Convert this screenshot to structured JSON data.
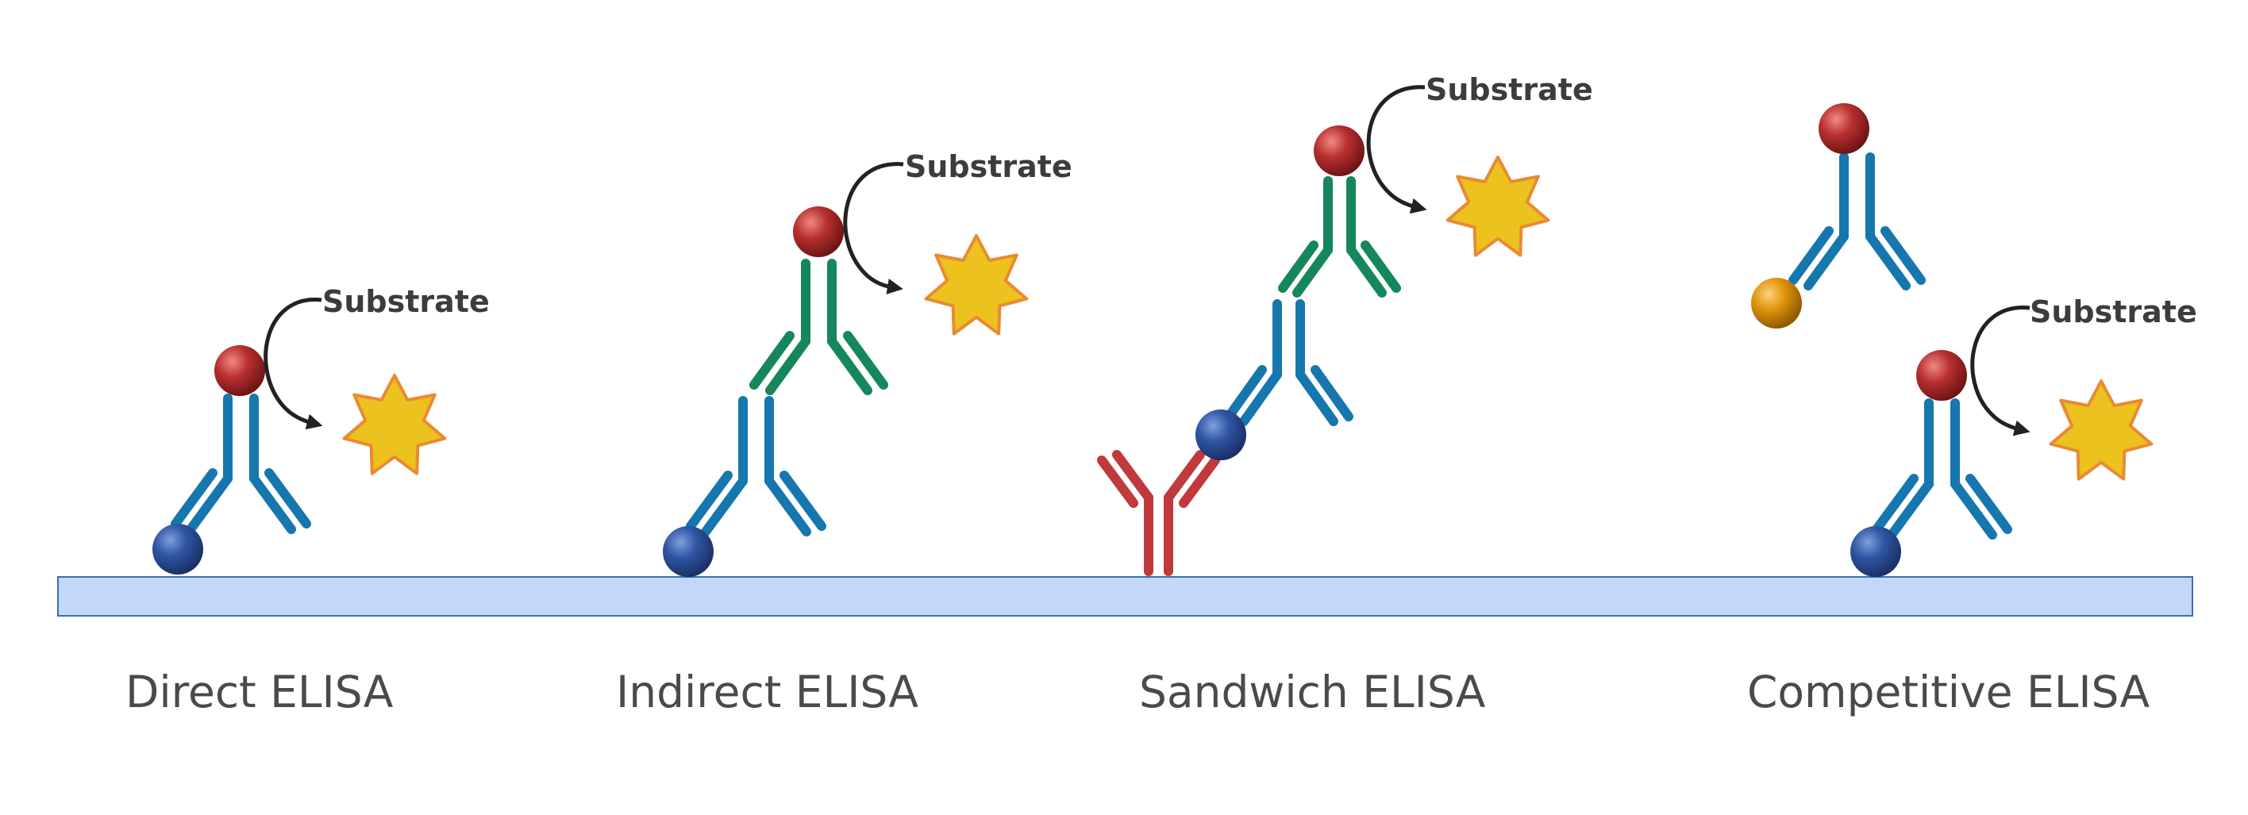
{
  "captions": {
    "direct": "Direct ELISA",
    "indirect": "Indirect ELISA",
    "sandwich": "Sandwich ELISA",
    "competitive": "Competitive ELISA"
  },
  "substrate_label": "Substrate",
  "colors": {
    "plate_fill": "#c3d8f6",
    "plate_stroke": "#3a6fb7",
    "blue_antibody": "#1577ad",
    "green_antibody": "#15875a",
    "red_antibody": "#c0393c",
    "antigen": "#2c4f9a",
    "enzyme": "#b02a2f",
    "competitor_antigen": "#d98d08",
    "substrate_star_fill": "#ebc21e",
    "substrate_star_stroke": "#ea8a32",
    "arrow": "#222222",
    "caption_text": "#4a4a4a"
  },
  "icons": [
    "antibody-icon",
    "antigen-icon",
    "enzyme-icon",
    "substrate-star-icon",
    "curved-arrow-icon"
  ]
}
